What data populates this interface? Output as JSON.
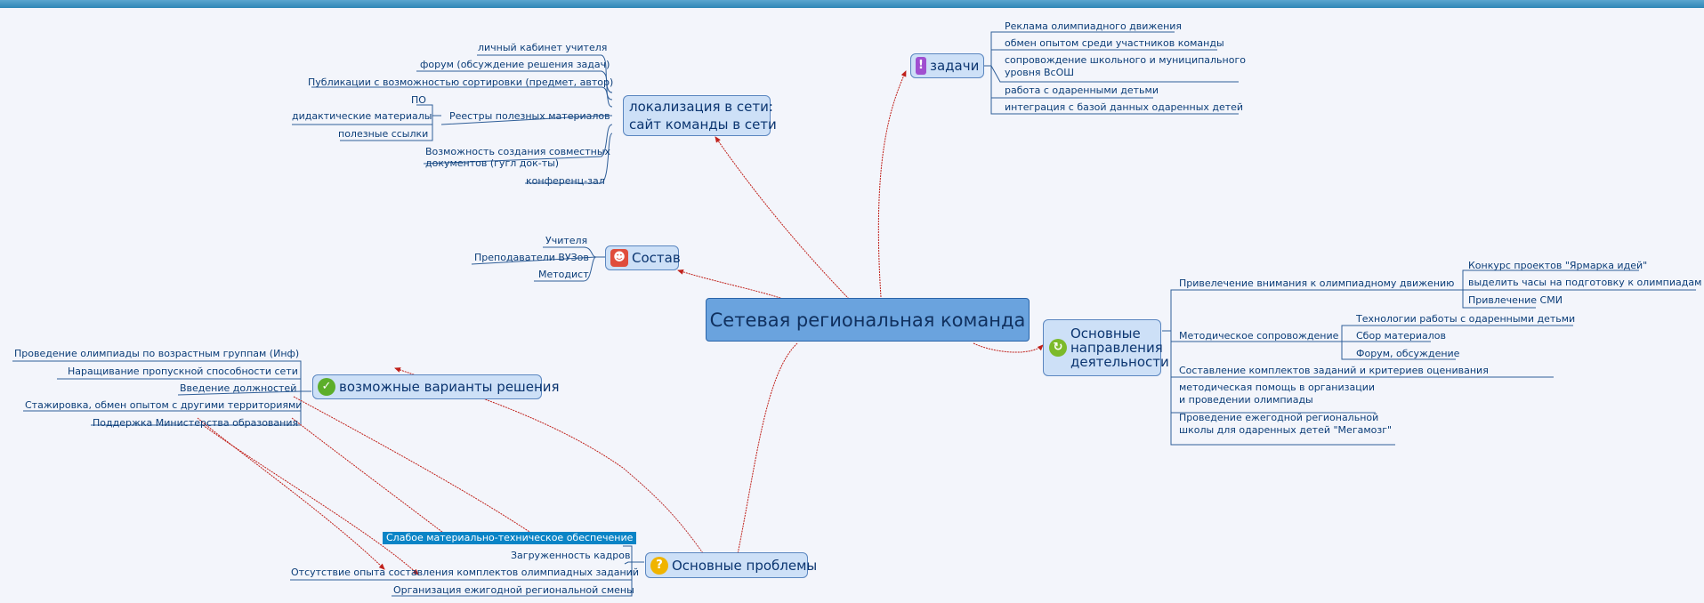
{
  "central": "Сетевая региональная команда",
  "nodes": {
    "lokal": "локализация в сети:",
    "lokal2": "сайт команды в сети",
    "zadachi": "задачи",
    "sostav": "Состав",
    "napr": [
      "Основные",
      "направления",
      "деятельности"
    ],
    "varianty": "возможные варианты решения",
    "problemy": "Основные проблемы"
  },
  "lokal_items": [
    "личный кабинет учителя",
    "форум (обсуждение решения задач)",
    "Публикации с возможностью сортировки (предмет, автор)",
    "Реестры полезных материалов",
    "ПО",
    "дидактические материалы",
    "полезные ссылки",
    "Возможность создания совместных",
    "документов (гугл док-ты)",
    "конференц-зал"
  ],
  "zadachi_items": [
    "Реклама олимпиадного движения",
    "обмен опытом среди участников команды",
    "сопровождение школьного и муниципального",
    "уровня ВсОШ",
    "работа с одаренными детьми",
    "интеграция с базой данных одаренных детей"
  ],
  "sostav_items": [
    "Учителя",
    "Преподаватели ВУЗов",
    "Методист"
  ],
  "napr_items": [
    "Привелечение внимания к олимпиадному движению",
    "Конкурс проектов \"Ярмарка идей\"",
    "выделить часы на подготовку к олимпиадам",
    "Привлечение СМИ",
    "Методическое сопровождение",
    "Технологии работы с одаренными детьми",
    "Сбор материалов",
    "Форум, обсуждение",
    "Составление комплектов заданий и критериев оценивания",
    "методическая помощь в организации",
    "и проведении олимпиады",
    "Проведение ежегодной региональной",
    "школы для одаренных детей \"Мегамозг\""
  ],
  "varianty_items": [
    "Проведение олимпиады по возрастным группам (Инф)",
    "Наращивание пропускной способности сети",
    "Введение должностей",
    "Стажировка, обмен опытом с другими территориями",
    "Поддержка Министерства образования"
  ],
  "problemy_items": [
    "Слабое материально-техническое обеспечение",
    "Загруженность кадров",
    "Отсутствие опыта составления комплектов олимпиадных заданий",
    "Организация ежигодной региональной смены"
  ],
  "colors": {
    "node": "#cde0f7",
    "central": "#6aa3de",
    "relation": "#c0201a",
    "line": "#2f5e98"
  },
  "icons": {
    "zadachi": "exclamation-icon",
    "sostav": "person-icon",
    "napr": "refresh-icon",
    "varianty": "checkmark-icon",
    "problemy": "question-icon"
  }
}
